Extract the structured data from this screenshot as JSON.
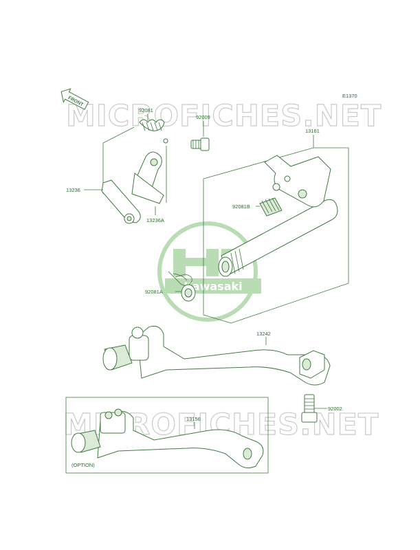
{
  "diagram": {
    "figure_code": "E1370",
    "front_badge": "FRONT",
    "option_label": "(OPTION)",
    "watermark_text": "MICROFICHES.NET",
    "logo_text": "Kawasaki",
    "accent_color": "#3e7a3e",
    "parts": {
      "p92081": "92081",
      "p92009": "92009",
      "p13161": "13161",
      "p13236": "13236",
      "p13236a": "13236A",
      "p92081b": "92081B",
      "p92081a": "92081A",
      "p13242": "13242",
      "p92002": "92002",
      "p13156": "13156"
    }
  }
}
